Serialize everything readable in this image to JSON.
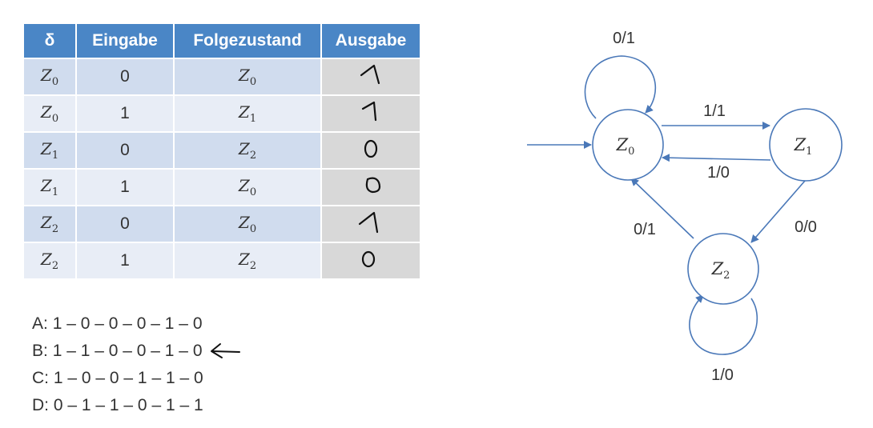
{
  "table": {
    "headers": [
      "δ",
      "Eingabe",
      "Folgezustand",
      "Ausgabe"
    ],
    "rows": [
      {
        "state_letter": "Z",
        "state_index": "0",
        "input": "0",
        "next_letter": "Z",
        "next_index": "0",
        "output": "1"
      },
      {
        "state_letter": "Z",
        "state_index": "0",
        "input": "1",
        "next_letter": "Z",
        "next_index": "1",
        "output": "1"
      },
      {
        "state_letter": "Z",
        "state_index": "1",
        "input": "0",
        "next_letter": "Z",
        "next_index": "2",
        "output": "0"
      },
      {
        "state_letter": "Z",
        "state_index": "1",
        "input": "1",
        "next_letter": "Z",
        "next_index": "0",
        "output": "0"
      },
      {
        "state_letter": "Z",
        "state_index": "2",
        "input": "0",
        "next_letter": "Z",
        "next_index": "0",
        "output": "1"
      },
      {
        "state_letter": "Z",
        "state_index": "2",
        "input": "1",
        "next_letter": "Z",
        "next_index": "2",
        "output": "0"
      }
    ]
  },
  "answers": [
    {
      "label": "A:",
      "sequence": "1 – 0 – 0 – 0 – 1 – 0"
    },
    {
      "label": "B:",
      "sequence": "1 – 1 – 0 – 0 – 1 – 0"
    },
    {
      "label": "C:",
      "sequence": "1 – 0 – 0 – 1 – 1 – 0"
    },
    {
      "label": "D:",
      "sequence": "0 – 1 – 1 – 0 – 1 – 1"
    }
  ],
  "diagram": {
    "states": [
      {
        "letter": "Z",
        "index": "0"
      },
      {
        "letter": "Z",
        "index": "1"
      },
      {
        "letter": "Z",
        "index": "2"
      }
    ],
    "transitions": {
      "z0_self": "0/1",
      "z0_to_z1": "1/1",
      "z1_to_z0": "1/0",
      "z1_to_z2": "0/0",
      "z2_to_z0": "0/1",
      "z2_self": "1/0"
    }
  },
  "colors": {
    "header": "#4a86c6",
    "row_dark": "#d0dcee",
    "row_light": "#e8edf6",
    "output_cell": "#d8d8d8",
    "diagram_stroke": "#4a78b8"
  }
}
